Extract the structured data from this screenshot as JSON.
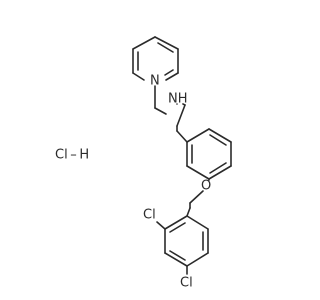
{
  "atoms": {
    "pyridine_n": "N",
    "amine_nh": "NH",
    "ether_o": "O",
    "cl_ortho": "Cl",
    "cl_para": "Cl",
    "salt": "Cl – H"
  },
  "colors": {
    "bond": "#2b2b2b",
    "label": "#2b2b2b",
    "background": "#ffffff"
  }
}
